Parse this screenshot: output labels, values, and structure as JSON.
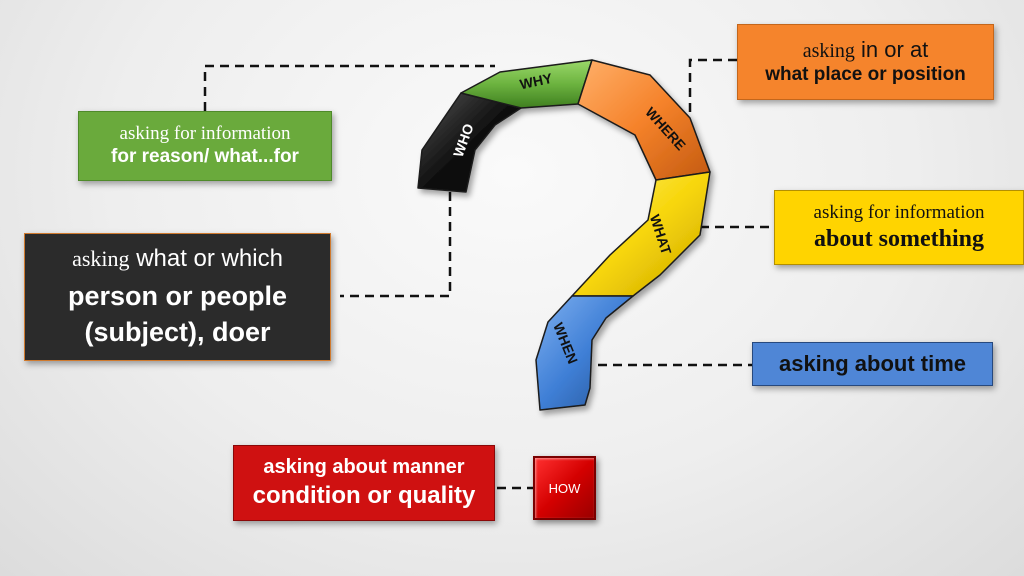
{
  "question_mark": {
    "segments": [
      {
        "id": "who",
        "label": "WHO",
        "color": "#111111"
      },
      {
        "id": "why",
        "label": "WHY",
        "color": "#6cb33f"
      },
      {
        "id": "where",
        "label": "WHERE",
        "color": "#f5822a"
      },
      {
        "id": "what",
        "label": "WHAT",
        "color": "#f7d60a"
      },
      {
        "id": "when",
        "label": "WHEN",
        "color": "#3f7fd6"
      }
    ],
    "how_label": "HOW"
  },
  "boxes": {
    "why": {
      "line1_prefix": "asking for  information",
      "line2": "for reason/ what...for"
    },
    "who": {
      "line1_prefix": "asking",
      "line1_rest": "what or which",
      "line2": "person or people",
      "line3": "(subject), doer"
    },
    "where": {
      "line1_prefix": "asking",
      "line1_rest": "in or at",
      "line2": "what place or position"
    },
    "what": {
      "line1_prefix": "asking for  information",
      "line2": "about something"
    },
    "when": {
      "line1": "asking about time"
    },
    "how": {
      "line1": "asking about manner",
      "line2": "condition or quality"
    }
  },
  "colors": {
    "who": "#2b2b2b",
    "why": "#6aaa3c",
    "where": "#f5842c",
    "what": "#ffd400",
    "when": "#4f86d6",
    "how": "#cf1111",
    "connector": "#111111"
  }
}
